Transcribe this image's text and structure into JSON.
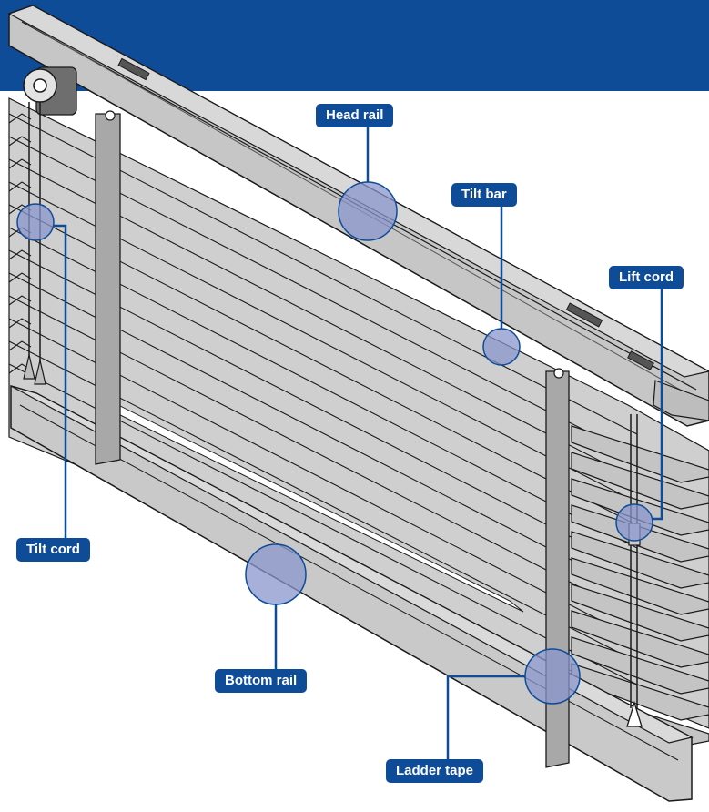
{
  "diagram": {
    "callouts": [
      {
        "key": "head_rail",
        "text": "Head rail"
      },
      {
        "key": "tilt_bar",
        "text": "Tilt bar"
      },
      {
        "key": "lift_cord",
        "text": "Lift cord"
      },
      {
        "key": "tilt_cord",
        "text": "Tilt cord"
      },
      {
        "key": "bottom_rail",
        "text": "Bottom rail"
      },
      {
        "key": "ladder_tape",
        "text": "Ladder tape"
      }
    ]
  },
  "colors": {
    "banner": "#0f4c97",
    "label_bg": "#0f4c97",
    "label_text": "#ffffff",
    "blind_fill": "#c9c9c9",
    "blind_stroke": "#1a1a1a",
    "ladder_tape": "#a8a8a8",
    "highlight": "#8a96cc"
  },
  "icons": [
    "tilt-mechanism-icon",
    "tassel-icon",
    "lift-cord-weight-icon"
  ]
}
